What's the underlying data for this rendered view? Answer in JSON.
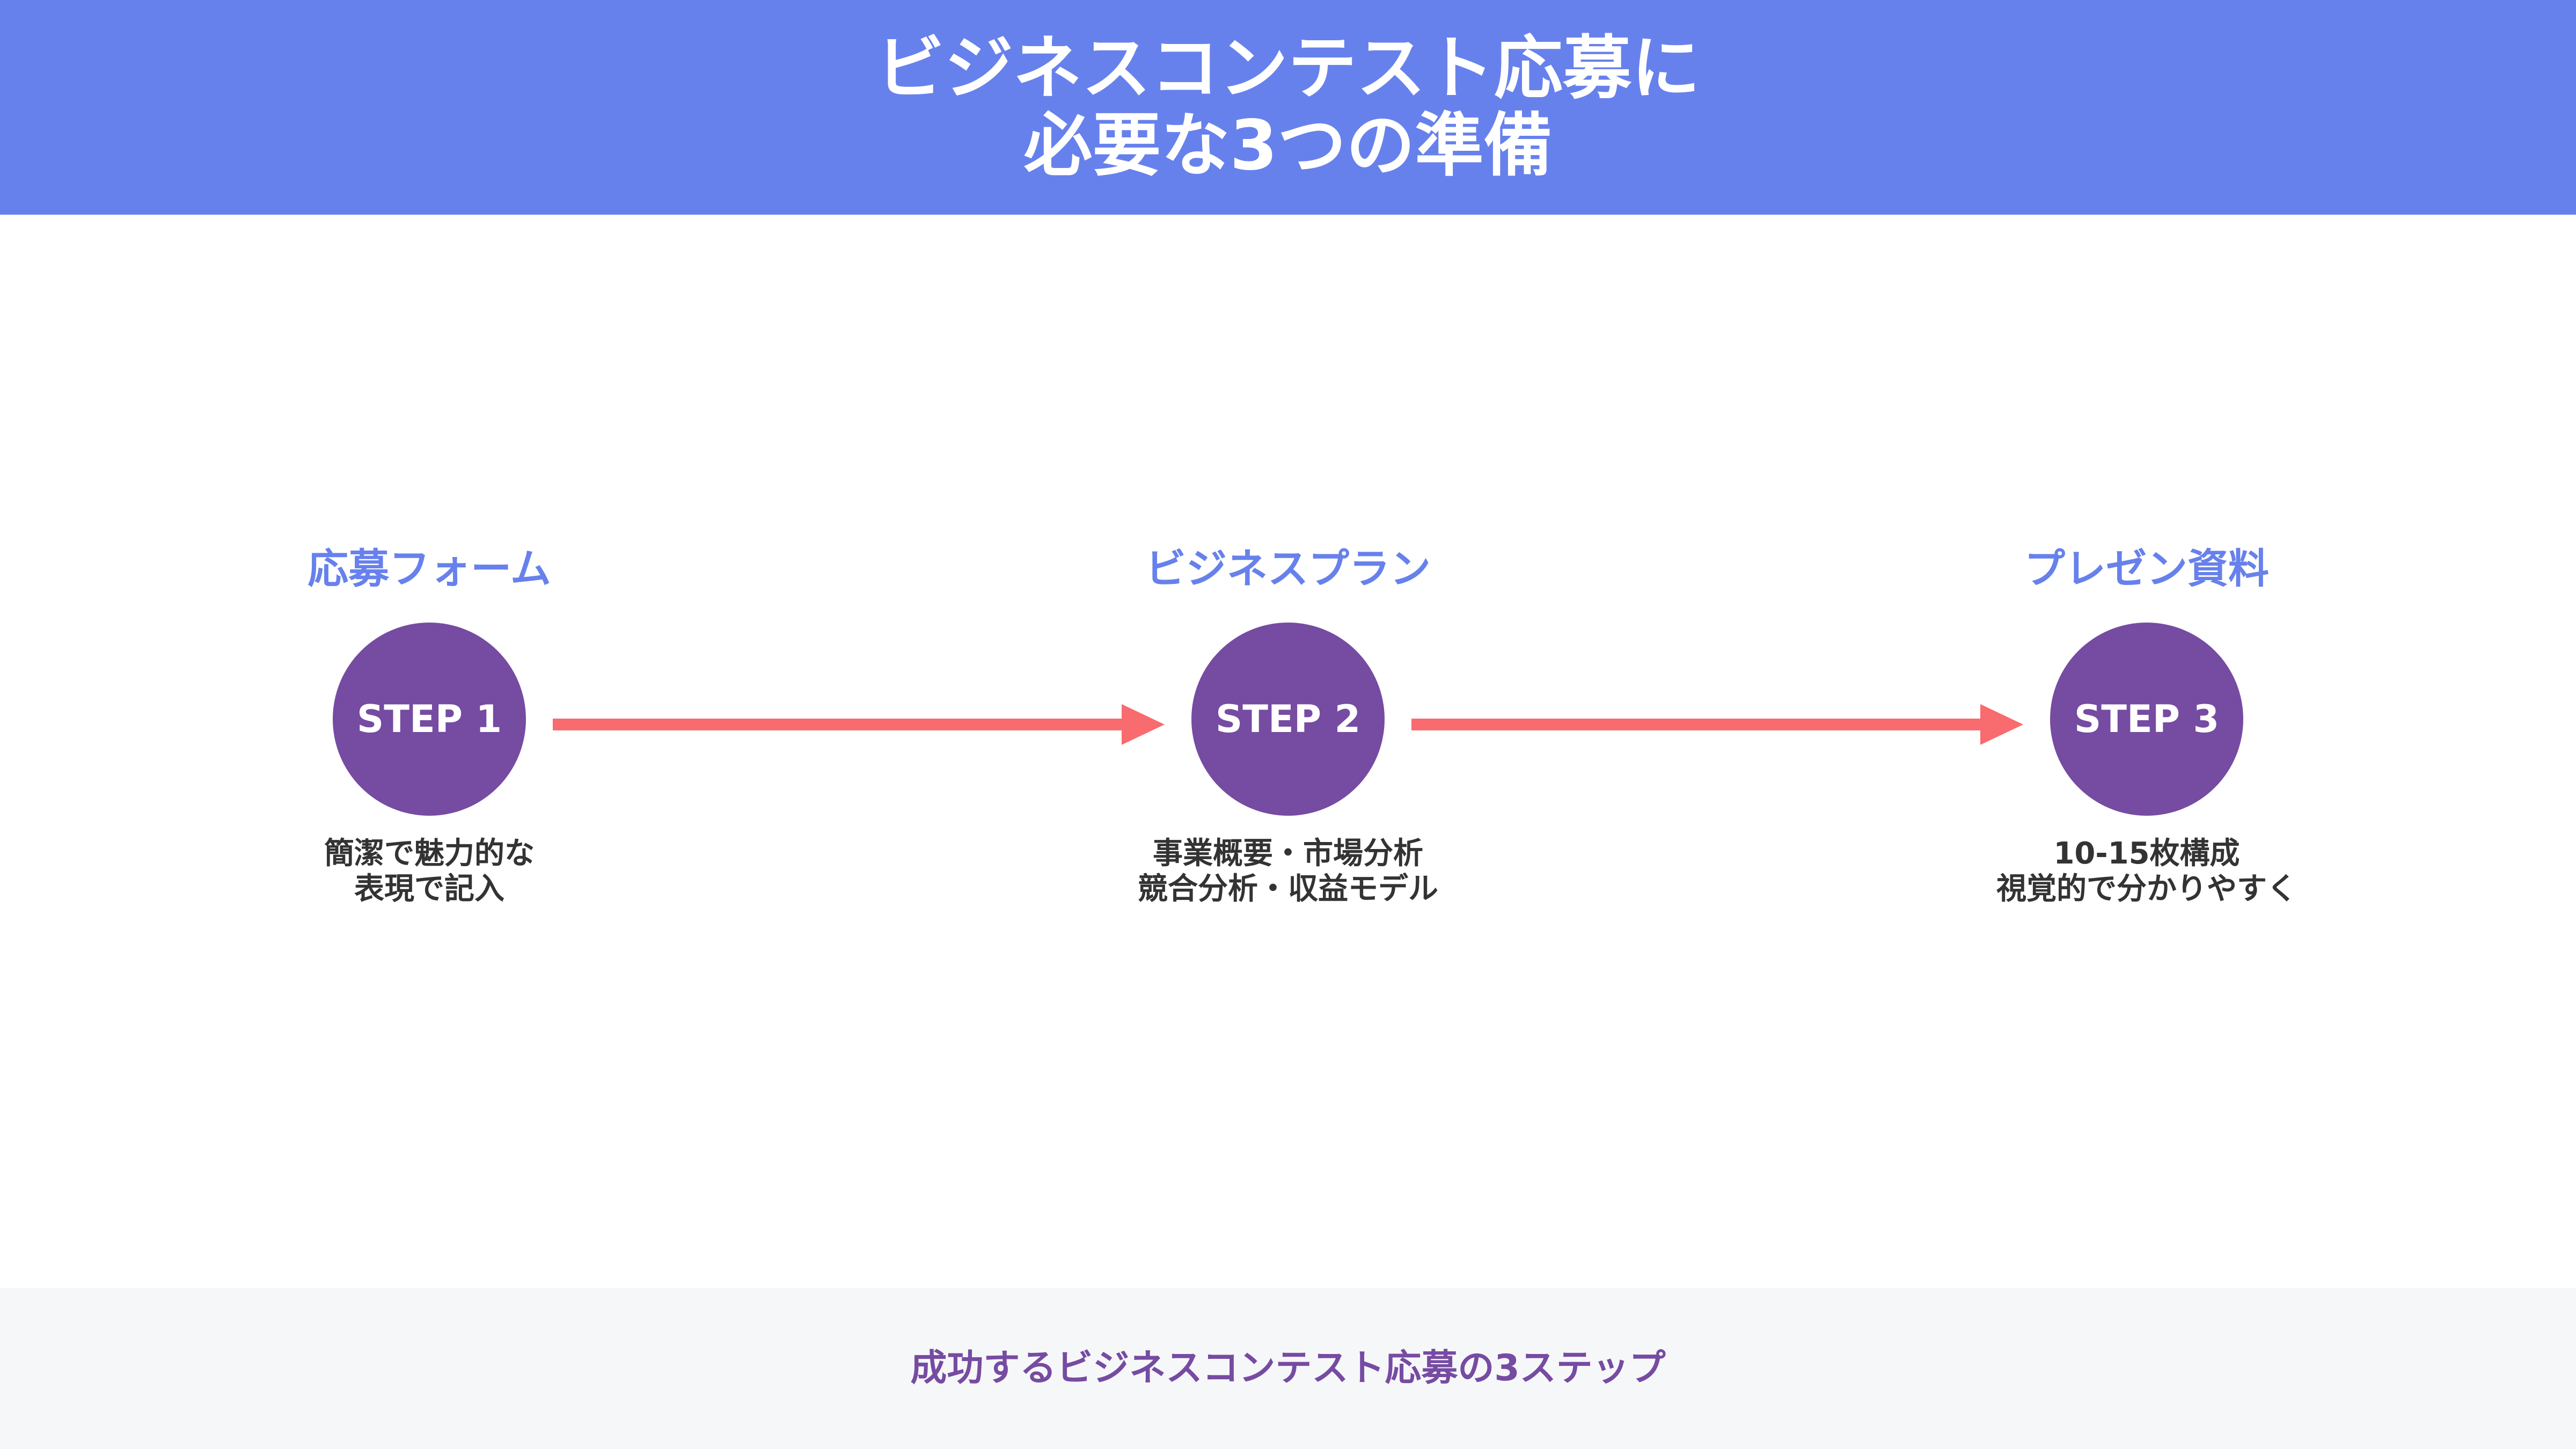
{
  "title": "ビジネスコンテスト応募に\n必要な3つの準備",
  "steps": [
    {
      "name": "応募フォーム",
      "label": "STEP 1",
      "description": "簡潔で魅力的な\n表現で記入"
    },
    {
      "name": "ビジネスプラン",
      "label": "STEP 2",
      "description": "事業概要・市場分析\n競合分析・収益モデル"
    },
    {
      "name": "プレゼン資料",
      "label": "STEP 3",
      "description": "10-15枚構成\n視覚的で分かりやすく"
    }
  ],
  "footer": "成功するビジネスコンテスト応募の3ステップ",
  "colors": {
    "header_bg": "#6781ec",
    "step_name": "#6781ec",
    "circle": "#764ba2",
    "arrow": "#f86b6e",
    "footer_text": "#764ba2",
    "footer_bg": "#f6f7f9"
  }
}
